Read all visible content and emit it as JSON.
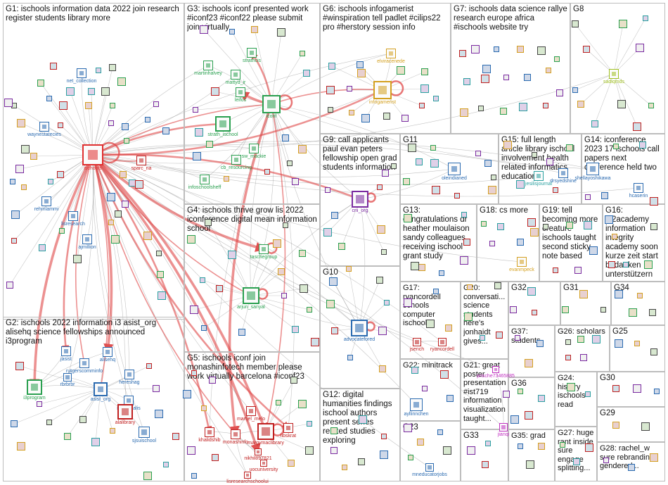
{
  "groups": [
    {
      "id": "G1",
      "label": "G1: ischools information data 2022 join research register students library more"
    },
    {
      "id": "G2",
      "label": "G2: ischools 2022 information i3 asist_org alisehq science fellowships announced i3program"
    },
    {
      "id": "G3",
      "label": "G3: ischools iconf presented work #iconf23 #iconf22 please submit join virtually"
    },
    {
      "id": "G4",
      "label": "G4: ischools thrive grow lis 2022 iconference digital mean information school"
    },
    {
      "id": "G5",
      "label": "G5: ischools iconf join monashinfotech member please work virtually barcelona #iconf23"
    },
    {
      "id": "G6",
      "label": "G6: ischools infogamerist #winspiration tell padlet #cilips22 pro #herstory session info"
    },
    {
      "id": "G7",
      "label": "G7: ischools data science rallye research europe africa #ischools website try"
    },
    {
      "id": "G8",
      "label": "G8"
    },
    {
      "id": "G9",
      "label": "G9: call applicants paul evan peters fellowship open grad students information"
    },
    {
      "id": "G10",
      "label": "G10"
    },
    {
      "id": "G11",
      "label": "G11"
    },
    {
      "id": "G12",
      "label": "G12: digital humanities findings ischool authors present series related studies exploring"
    },
    {
      "id": "G13",
      "label": "G13: congratulations dr heather moulaison sandy colleagues receiving ischool grant study"
    },
    {
      "id": "G14",
      "label": "G14: iconference 2023 17 ischools call papers next conference held two"
    },
    {
      "id": "G15",
      "label": "G15: full length article library ischool involvement health related informatics education"
    },
    {
      "id": "G16",
      "label": "G16: in2academy information integrity academy soon kurze zeit start bedanken unterstützern"
    },
    {
      "id": "G17",
      "label": "G17: ryancordell schools computer ischools"
    },
    {
      "id": "G18",
      "label": "G18: cs more"
    },
    {
      "id": "G19",
      "label": "G19: tell becoming more creature ischools taught second sticky note based"
    },
    {
      "id": "G20",
      "label": "G20: conversati... science students here's jonhaidt gives..."
    },
    {
      "id": "G21",
      "label": "G21: great poster presentation #ist719 information visualization taught..."
    },
    {
      "id": "G22",
      "label": "G22: minitrack"
    },
    {
      "id": "G23",
      "label": "G23"
    },
    {
      "id": "G24",
      "label": "G24: history ischools read"
    },
    {
      "id": "G25",
      "label": "G25"
    },
    {
      "id": "G26",
      "label": "G26: scholars"
    },
    {
      "id": "G27",
      "label": "G27: huge rant inside sure engage splitting..."
    },
    {
      "id": "G28",
      "label": "G28: rachel_w sure rebranding gendered..."
    },
    {
      "id": "G29",
      "label": "G29"
    },
    {
      "id": "G30",
      "label": "G30"
    },
    {
      "id": "G31",
      "label": "G31"
    },
    {
      "id": "G32",
      "label": "G32"
    },
    {
      "id": "G33",
      "label": "G33"
    },
    {
      "id": "G34",
      "label": "G34"
    },
    {
      "id": "G35",
      "label": "G35: grad"
    },
    {
      "id": "G36",
      "label": "G36"
    },
    {
      "id": "G37",
      "label": "G37: students"
    }
  ],
  "nodes": [
    {
      "id": "ischools",
      "label": "ischools",
      "color": "#e03030"
    },
    {
      "id": "net_collection",
      "label": "net_collection",
      "color": "#2a6ab0"
    },
    {
      "id": "waynestatecies",
      "label": "waynestatecies",
      "color": "#2a6ab0"
    },
    {
      "id": "sparc_na",
      "label": "sparc_na",
      "color": "#c02020"
    },
    {
      "id": "rehmlammi",
      "label": "rehmlammi",
      "color": "#2a6ab0"
    },
    {
      "id": "lisresearch",
      "label": "lisresearch",
      "color": "#2a6ab0"
    },
    {
      "id": "ajmillion",
      "label": "ajmillion",
      "color": "#2a6ab0"
    },
    {
      "id": "i3program",
      "label": "i3program",
      "color": "#2aa050"
    },
    {
      "id": "jasist",
      "label": "jasist",
      "color": "#2a6ab0"
    },
    {
      "id": "alisehq",
      "label": "alisehq",
      "color": "#2a6ab0"
    },
    {
      "id": "rutgerscomminfo",
      "label": "rutgerscomminfo",
      "color": "#2a6ab0"
    },
    {
      "id": "asist_org",
      "label": "asist_org",
      "color": "#2a6ab0"
    },
    {
      "id": "hereshag",
      "label": "hereshag",
      "color": "#2a6ab0"
    },
    {
      "id": "rbrbrbr",
      "label": "rbrbrbr",
      "color": "#2a6ab0"
    },
    {
      "id": "mmonsalis",
      "label": "mmonsalis",
      "color": "#2a6ab0"
    },
    {
      "id": "alalibrary",
      "label": "alalibrary",
      "color": "#c02020"
    },
    {
      "id": "sjsuischool",
      "label": "sjsuischool",
      "color": "#2a6ab0"
    },
    {
      "id": "martinhalvey",
      "label": "martinhalvey",
      "color": "#2aa050"
    },
    {
      "id": "mattyd_ir",
      "label": "mattyd_ir",
      "color": "#2aa050"
    },
    {
      "id": "strathcis",
      "label": "strathcis",
      "color": "#2aa050"
    },
    {
      "id": "leifos",
      "label": "leifos",
      "color": "#2aa050"
    },
    {
      "id": "iconf",
      "label": "iconf",
      "color": "#2aa050"
    },
    {
      "id": "strath_ischool",
      "label": "strath_ischool",
      "color": "#2aa050"
    },
    {
      "id": "sw_mackie",
      "label": "sw_mackie",
      "color": "#2aa050"
    },
    {
      "id": "cb_resourcing",
      "label": "cb_resourcing",
      "color": "#2aa050"
    },
    {
      "id": "infoschoolsheff",
      "label": "infoschoolsheff",
      "color": "#2aa050"
    },
    {
      "id": "taschegroup",
      "label": "taschegroup",
      "color": "#2aa050"
    },
    {
      "id": "arjun_sanyal",
      "label": "arjun_sanyal",
      "color": "#2aa050"
    },
    {
      "id": "martjel_melo",
      "label": "martjel_melo",
      "color": "#c02020"
    },
    {
      "id": "khalidshib",
      "label": "khalidshib",
      "color": "#c02020"
    },
    {
      "id": "monashinfo",
      "label": "monashinfo",
      "color": "#c02020"
    },
    {
      "id": "margymaclibrary",
      "label": "margymaclibrary",
      "color": "#c02020"
    },
    {
      "id": "libskrat",
      "label": "libskrat",
      "color": "#c02020"
    },
    {
      "id": "nikhil897821",
      "label": "nikhil897821",
      "color": "#c02020"
    },
    {
      "id": "uocuniversity",
      "label": "uocuniversity",
      "color": "#c02020"
    },
    {
      "id": "lisresearchschoolui",
      "label": "lisresearchschoolui",
      "color": "#c02020"
    },
    {
      "id": "elviracenede",
      "label": "elviracenede",
      "color": "#d4a020"
    },
    {
      "id": "infogamerist",
      "label": "infogamerist",
      "color": "#d4a020"
    },
    {
      "id": "sadiqmds",
      "label": "sadiqmds",
      "color": "#a0c020"
    },
    {
      "id": "cni_org",
      "label": "cni_org",
      "color": "#7a2aa0"
    },
    {
      "id": "oleindianed",
      "label": "oleindianed",
      "color": "#2a6ab0"
    },
    {
      "id": "jesilisjournal",
      "label": "jesilisjournal",
      "color": "#2aa0a0"
    },
    {
      "id": "drsyedshine",
      "label": "drsyedshine",
      "color": "#2a6ab0"
    },
    {
      "id": "shellayoshikawa",
      "label": "shellayoshikawa",
      "color": "#2a6ab0"
    },
    {
      "id": "hcaserin",
      "label": "hcaserin",
      "color": "#2a6ab0"
    },
    {
      "id": "evanmpeck",
      "label": "evanmpeck",
      "color": "#d4a020"
    },
    {
      "id": "advocatefored",
      "label": "advocatefored",
      "color": "#2a6ab0"
    },
    {
      "id": "jsench",
      "label": "jsench",
      "color": "#c02020"
    },
    {
      "id": "ryancordell",
      "label": "ryancordell",
      "color": "#c02020"
    },
    {
      "id": "ayllinnchen",
      "label": "ayllinnchen",
      "color": "#2a6ab0"
    },
    {
      "id": "mneducatorjobs",
      "label": "mneducatorjobs",
      "color": "#2a6ab0"
    },
    {
      "id": "jianqi",
      "label": "jianqi",
      "color": "#c030c0"
    },
    {
      "id": "prischa73465885",
      "label": "prische73465885",
      "color": "#c030c0"
    }
  ]
}
